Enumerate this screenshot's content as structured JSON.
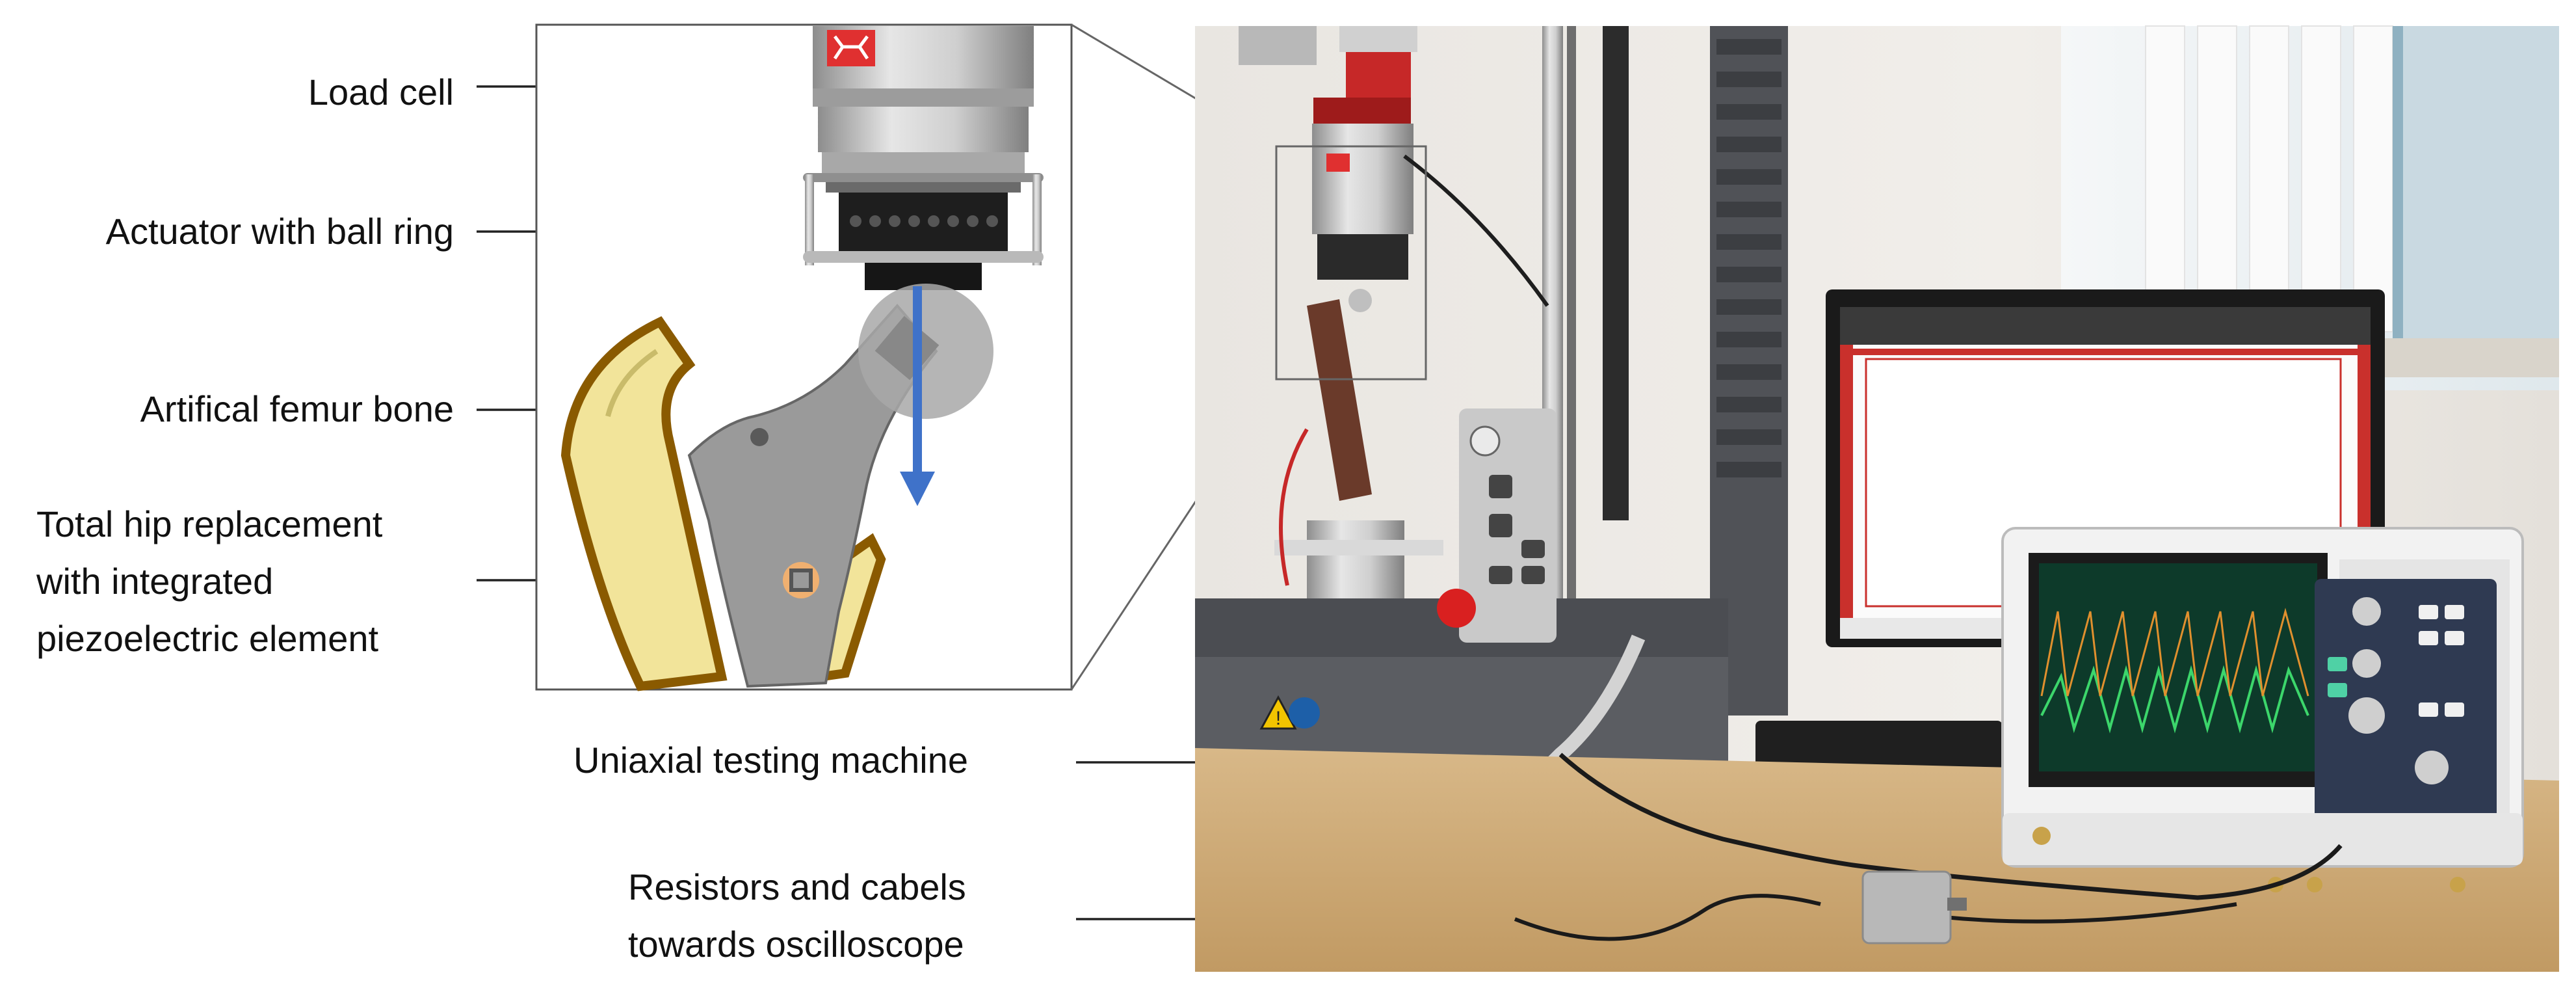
{
  "labels": {
    "load_cell": "Load cell",
    "actuator": "Actuator with ball ring",
    "femur": "Artifical femur bone",
    "hip_line1": "Total hip replacement",
    "hip_line2": "with integrated",
    "hip_line3": "piezoelectric element",
    "machine": "Uniaxial testing machine",
    "resistors_line1": "Resistors and cabels",
    "resistors_line2": "towards oscilloscope"
  },
  "icons": {
    "force_arrow": "down-arrow-icon",
    "brand_logo": "manufacturer-logo-icon",
    "warning_sign": "warning-triangle-icon"
  },
  "colors": {
    "force_arrow": "#3f72c9",
    "bone": "#f2e49a",
    "bone_outline": "#8a5a00",
    "implant": "#9a9a9a",
    "piezo": "#f0b070",
    "leader_line": "#222222"
  }
}
